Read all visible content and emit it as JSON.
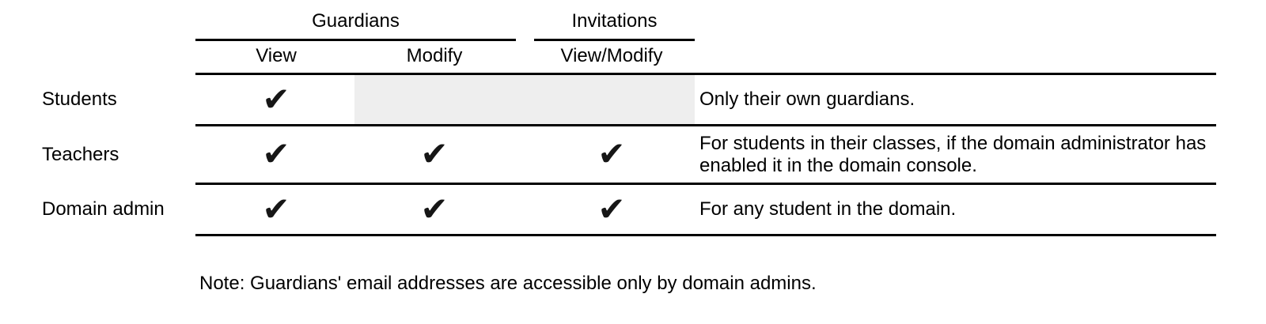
{
  "glyphs": {
    "check": "✔"
  },
  "colors": {
    "background": "#ffffff",
    "rule": "#000000",
    "text": "#000000",
    "shaded_cell": "#eeeeee"
  },
  "matrix": {
    "column_groups": [
      {
        "label": "Guardians",
        "subcolumns": [
          "View",
          "Modify"
        ]
      },
      {
        "label": "Invitations",
        "subcolumns": [
          "View/Modify"
        ]
      }
    ],
    "rows": [
      {
        "label": "Students",
        "permissions": {
          "view": true,
          "modify": false,
          "view_modify": false
        },
        "not_applicable_shaded": true,
        "note": "Only their own guardians."
      },
      {
        "label": "Teachers",
        "permissions": {
          "view": true,
          "modify": true,
          "view_modify": true
        },
        "not_applicable_shaded": false,
        "note": "For students in their classes, if the domain administrator has enabled it in the domain console."
      },
      {
        "label": "Domain admin",
        "permissions": {
          "view": true,
          "modify": true,
          "view_modify": true
        },
        "not_applicable_shaded": false,
        "note": "For any student in the domain."
      }
    ]
  },
  "footnote": "Note: Guardians' email addresses are accessible only by domain admins."
}
